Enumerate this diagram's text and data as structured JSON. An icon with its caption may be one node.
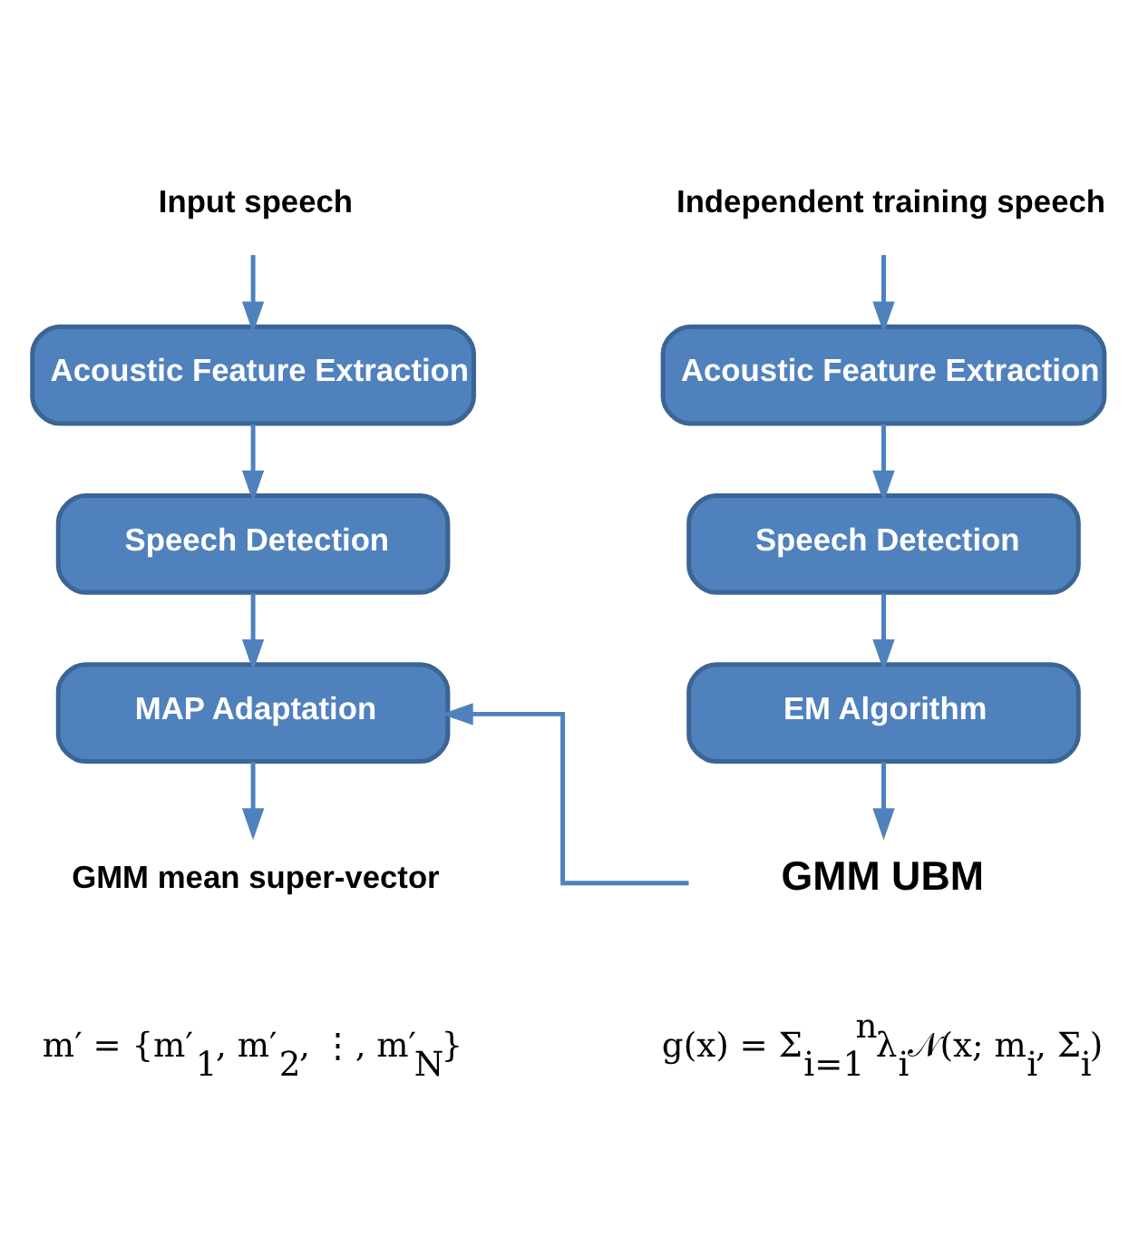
{
  "diagram": {
    "nodes": [
      {
        "text": [
          "Input speech"
        ]
      },
      {
        "text": [
          "Acoustic Feature Extraction"
        ]
      },
      {
        "text": [
          "Speech Detection"
        ]
      },
      {
        "text": [
          "MAP Adaptation"
        ]
      },
      {
        "text": [
          "GMM mean super-vector"
        ]
      },
      {
        "text": [
          "Independent training speech"
        ]
      },
      {
        "text": [
          "Acoustic Feature Extraction"
        ]
      },
      {
        "text": [
          "Speech Detection"
        ]
      },
      {
        "text": [
          "EM Algorithm"
        ]
      },
      {
        "text": [
          "GMM UBM"
        ]
      }
    ],
    "edges": [
      {
        "from": 0,
        "to": 1,
        "arrow": "to"
      },
      {
        "from": 1,
        "to": 2,
        "arrow": "to"
      },
      {
        "from": 2,
        "to": 3,
        "arrow": "to"
      },
      {
        "from": 3,
        "to": 4,
        "arrow": "to"
      },
      {
        "from": 5,
        "to": 6,
        "arrow": "to"
      },
      {
        "from": 6,
        "to": 7,
        "arrow": "to"
      },
      {
        "from": 7,
        "to": 8,
        "arrow": "to"
      },
      {
        "from": 8,
        "to": 9,
        "arrow": "to"
      },
      {
        "from": 9,
        "to": 3,
        "arrow": "to"
      }
    ],
    "labels": [
      "m′ = {m′$_{1}$, m′$_{2}$, ⋮, m′$_{N}$}",
      "g(x) = Σ$_{i=1}$$^{n}$λ$_{i}$𝒩(x; m$_{i}$, Σ$_{i}$)"
    ]
  }
}
